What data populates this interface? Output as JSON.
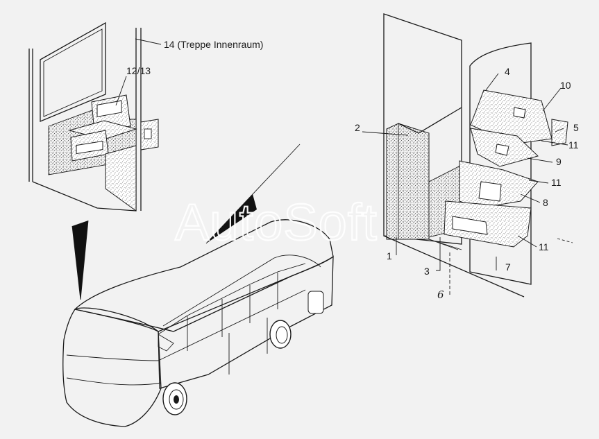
{
  "labels": {
    "l14": "14 (Treppe Innenraum)",
    "l1213": "12/13",
    "l1": "1",
    "l2": "2",
    "l3": "3",
    "l4": "4",
    "l5": "5",
    "l6": "6",
    "l7": "7",
    "l8": "8",
    "l9": "9",
    "l10": "10",
    "l11a": "11",
    "l11b": "11",
    "l11c": "11"
  },
  "watermark": "AutoSoft",
  "colors": {
    "background": "#f2f2f2",
    "ink": "#1a1a1a",
    "fill": "#ffffff"
  }
}
